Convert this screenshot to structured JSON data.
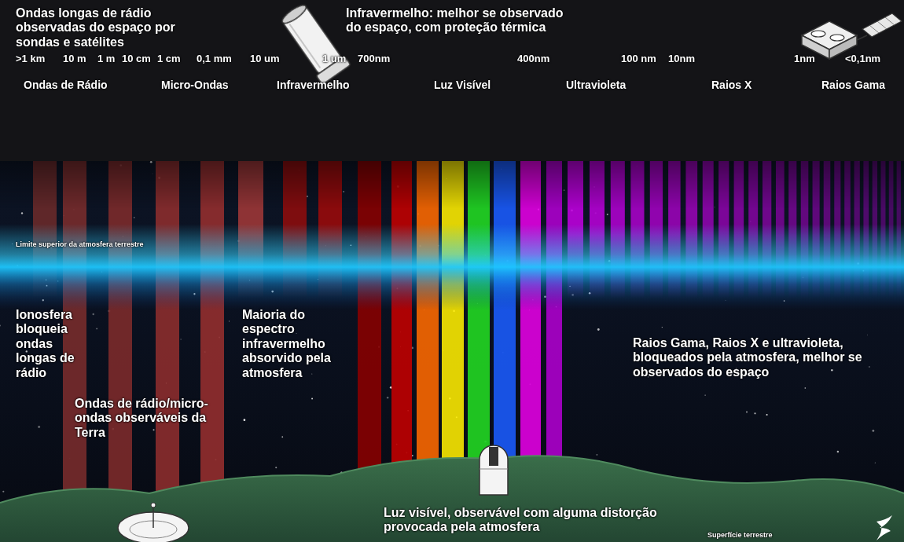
{
  "diagram": {
    "labels": [
      "Ondas longas de rádio observadas do espaço por sondas e satélites",
      "Infravermelho: melhor se observado do espaço, com proteção térmica",
      ">1 km",
      "10 m",
      "1 m",
      "10 cm",
      "1 cm",
      "0,1 mm",
      "10 um",
      "1 um",
      "700nm",
      "400nm",
      "100 nm",
      "10nm",
      "1nm",
      "<0,1nm",
      "Ondas de Rádio",
      "Micro-Ondas",
      "Infravermelho",
      "Luz Visível",
      "Ultravioleta",
      "Raios X",
      "Raios Gama",
      "Limite superior da atmosfera terrestre",
      "Ionosfera bloqueia ondas longas de rádio",
      "Maioria do espectro infravermelho absorvido pela atmosfera",
      "Raios Gama, Raios X e ultravioleta, bloqueados pela atmosfera, melhor se observados do espaço",
      "Ondas de rádio/micro-ondas observáveis da Terra",
      "Luz visível, observável com alguma distorção provocada pela atmosfera",
      "Superfície terrestre"
    ]
  }
}
